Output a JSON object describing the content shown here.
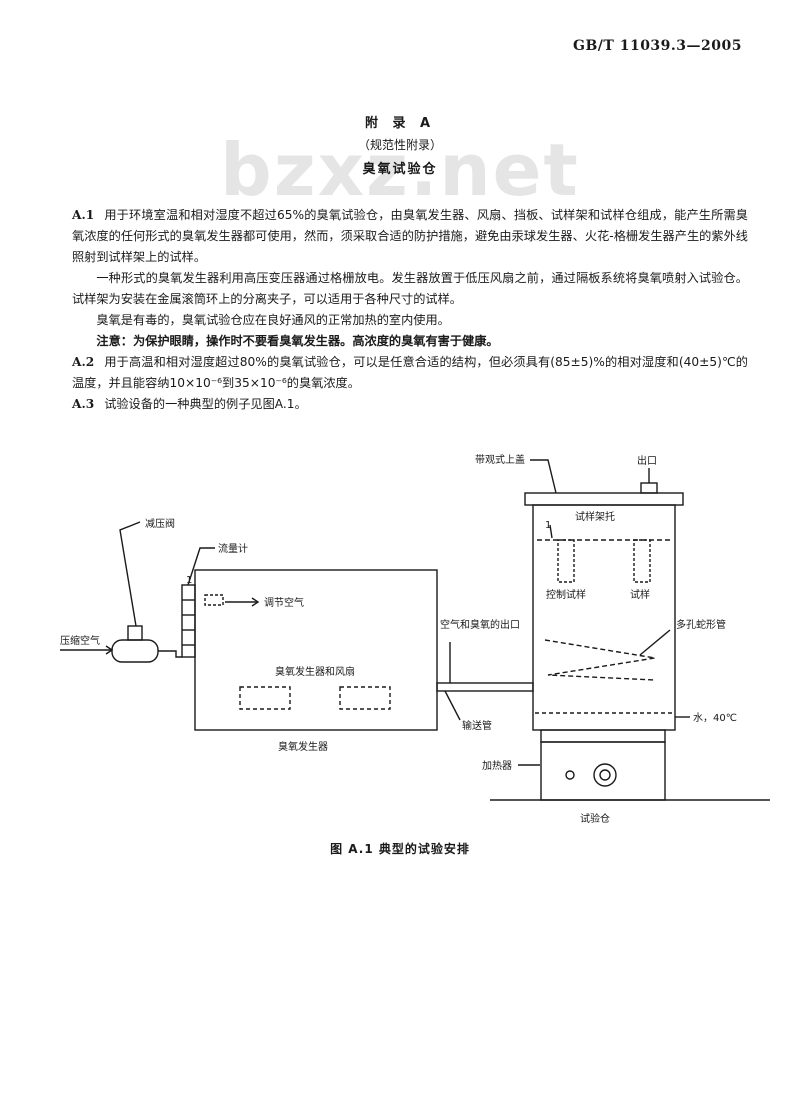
{
  "header": {
    "standard_code": "GB/T 11039.3—2005"
  },
  "watermark": "bzxz.net",
  "annex": {
    "title": "附 录 A",
    "type": "（规范性附录）",
    "name": "臭氧试验仓"
  },
  "clauses": {
    "a1": {
      "num": "A.1",
      "text": "用于环境室温和相对湿度不超过65%的臭氧试验仓，由臭氧发生器、风扇、挡板、试样架和试样仓组成，能产生所需臭氧浓度的任何形式的臭氧发生器都可使用，然而，须采取合适的防护措施，避免由汞球发生器、火花-格栅发生器产生的紫外线照射到试样架上的试样。",
      "p2": "一种形式的臭氧发生器利用高压变压器通过格栅放电。发生器放置于低压风扇之前，通过隔板系统将臭氧喷射入试验仓。试样架为安装在金属滚筒环上的分离夹子，可以适用于各种尺寸的试样。",
      "p3": "臭氧是有毒的，臭氧试验仓应在良好通风的正常加热的室内使用。",
      "note": "注意：为保护眼睛，操作时不要看臭氧发生器。高浓度的臭氧有害于健康。"
    },
    "a2": {
      "num": "A.2",
      "text": "用于高温和相对湿度超过80%的臭氧试验仓，可以是任意合适的结构，但必须具有(85±5)%的相对湿度和(40±5)℃的温度，并且能容纳10×10⁻⁶到35×10⁻⁶的臭氧浓度。"
    },
    "a3": {
      "num": "A.3",
      "text": "试验设备的一种典型的例子见图A.1。"
    }
  },
  "figure": {
    "labels": {
      "detachable_lid": "带观式上盖",
      "outlet": "出口",
      "specimen_holder": "试样架托",
      "pressure_reducer": "减压阀",
      "flowmeter": "流量计",
      "adjust_air": "调节空气",
      "compressed_air": "压缩空气",
      "ozone_generator_and_fan": "臭氧发生器和风扇",
      "ozone_generator": "臭氧发生器",
      "mixture_outlet": "空气和臭氧的出口",
      "transfer_tube": "输送管",
      "control_specimen": "控制试样",
      "specimen": "试样",
      "perforated_tube": "多孔蛇形管",
      "water_temp": "水，40℃",
      "heater": "加热器",
      "test_chamber": "试验仓",
      "marker_1a": "1",
      "marker_1b": "1"
    },
    "caption": "图 A.1   典型的试验安排"
  }
}
